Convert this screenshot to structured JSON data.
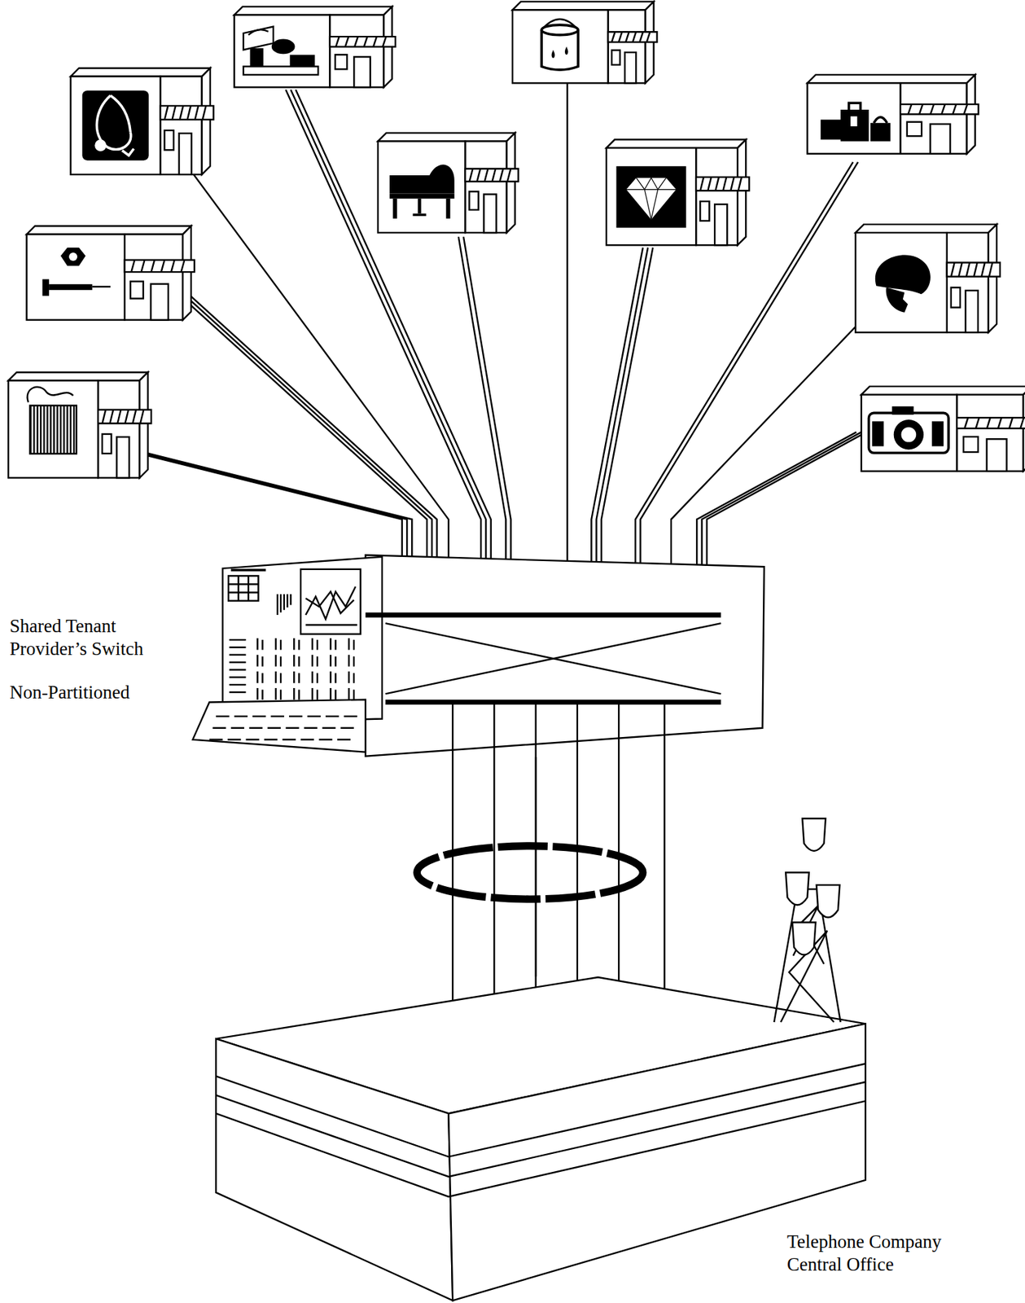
{
  "diagram": {
    "nodes": [
      {
        "text": [
          "Shared Tenant Provider’s Switch",
          "Non-Partitioned"
        ]
      },
      {
        "text": [
          "Telephone Company Central Office"
        ]
      }
    ],
    "edges": [
      {
        "from": 0,
        "to": 1,
        "arrow": "none"
      }
    ]
  }
}
